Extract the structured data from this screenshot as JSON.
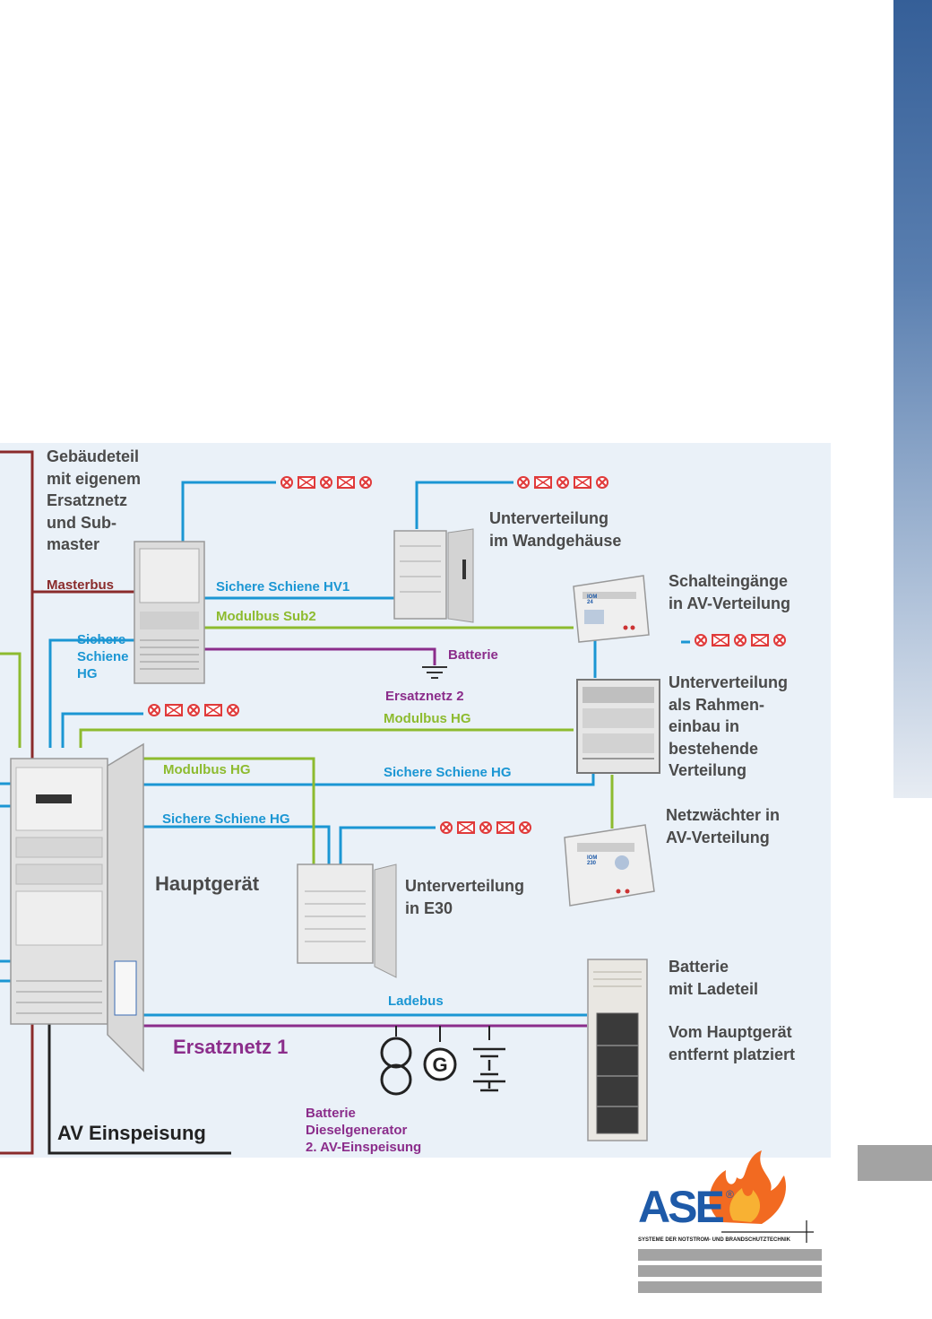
{
  "diagram": {
    "labels": {
      "gebaeudeteil": "Gebäudeteil\nmit eigenem\nErsatznetz\nund Sub-\nmaster",
      "masterbus": "Masterbus",
      "sichere_schiene_hv1": "Sichere Schiene HV1",
      "modulbus_sub2": "Modulbus Sub2",
      "sichere_schiene_hg_left": "Sichere\nSchiene\nHG",
      "batterie_top": "Batterie",
      "ersatznetz_2": "Ersatznetz 2",
      "modulbus_hg_mid": "Modulbus HG",
      "modulbus_hg_left": "Modulbus HG",
      "sichere_schiene_hg_mid": "Sichere Schiene HG",
      "sichere_schiene_hg_low": "Sichere Schiene HG",
      "hauptgeraet": "Hauptgerät",
      "uv_wandgehaeuse": "Unterverteilung\nim Wandgehäuse",
      "schalteingaenge": "Schalteingänge\nin AV-Verteilung",
      "uv_rahmeneinbau": "Unterverteilung\nals Rahmen-\neinbau in\nbestehende\nVerteilung",
      "netzwaechter": "Netzwächter in\nAV-Verteilung",
      "uv_e30": "Unterverteilung\nin E30",
      "batterie_ladeteil": "Batterie\nmit Ladeteil",
      "vom_hauptgeraet": "Vom Hauptgerät\nentfernt platziert",
      "ladebus": "Ladebus",
      "ersatznetz_1": "Ersatznetz 1",
      "batterie_diesel": "Batterie\nDieselgenerator\n2. AV-Einspeisung",
      "av_einspeisung": "AV Einspeisung"
    },
    "module_labels": {
      "iom24": "IOM\n24",
      "iom230": "IOM\n230"
    }
  },
  "logo": {
    "brand": "ASE",
    "registered": "®",
    "tagline": "SYSTEME DER NOTSTROM- UND BRANDSCHUTZTECHNIK"
  },
  "colors": {
    "sidebar_top": "#355f98",
    "diagram_bg": "#eaf1f8",
    "sichere_schiene": "#1b96d3",
    "modulbus": "#8dbb2f",
    "masterbus": "#8a2b2b",
    "ersatznetz": "#8b2d8b",
    "lamp": "#e03a3a",
    "logo_blue": "#1e5aa8",
    "tab_gray": "#a3a3a3"
  }
}
